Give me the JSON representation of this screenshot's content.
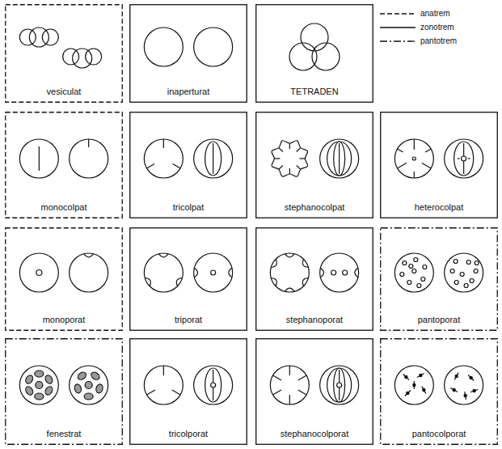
{
  "diagram": {
    "nodes": [
      {
        "text": [
          "vesiculat"
        ]
      },
      {
        "text": [
          "inaperturat"
        ]
      },
      {
        "text": [
          "TETRADEN"
        ]
      },
      {
        "text": [
          "monocolpat"
        ]
      },
      {
        "text": [
          "tricolpat"
        ]
      },
      {
        "text": [
          "stephanocolpat"
        ]
      },
      {
        "text": [
          "heterocolpat"
        ]
      },
      {
        "text": [
          "monoporat"
        ]
      },
      {
        "text": [
          "triporat"
        ]
      },
      {
        "text": [
          "stephanoporat"
        ]
      },
      {
        "text": [
          "pantoporat"
        ]
      },
      {
        "text": [
          "fenestrat"
        ]
      },
      {
        "text": [
          "tricolporat"
        ]
      },
      {
        "text": [
          "stephanocolporat"
        ]
      },
      {
        "text": [
          "pantocolporat"
        ]
      }
    ],
    "legend": [
      {
        "text": "anatrem"
      },
      {
        "text": "zonotrem"
      },
      {
        "text": "pantotrem"
      }
    ]
  }
}
